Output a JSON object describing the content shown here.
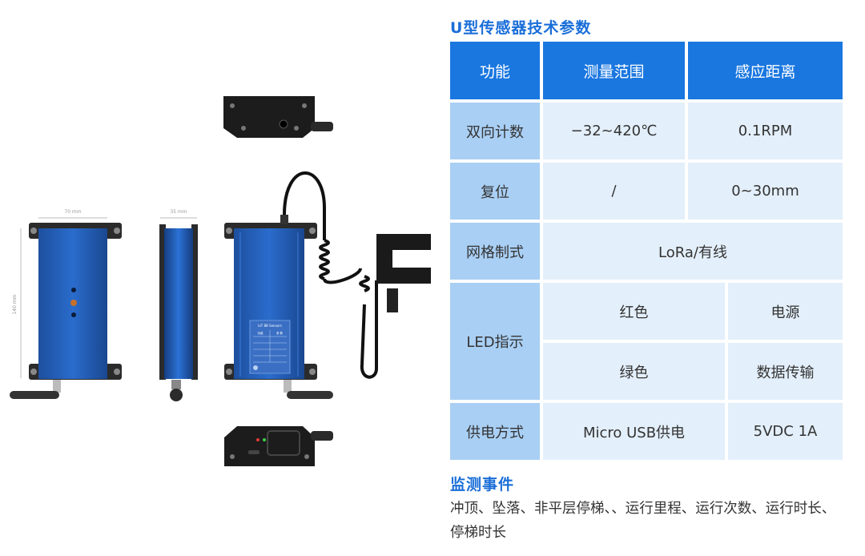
{
  "spec": {
    "title": "U型传感器技术参数",
    "headers": {
      "function": "功能",
      "range": "测量范围",
      "distance": "感应距离"
    },
    "rows": [
      {
        "label": "双向计数",
        "range": "−32~420℃",
        "distance": "0.1RPM"
      },
      {
        "label": "复位",
        "range": "/",
        "distance": "0~30mm"
      },
      {
        "label": "网格制式",
        "value": "LoRa/有线"
      },
      {
        "label": "LED指示",
        "red": "红色",
        "red_value": "电源",
        "green": "绿色",
        "green_value": "数据传输"
      },
      {
        "label": "供电方式",
        "supply": "Micro USB供电",
        "voltage": "5VDC 1A"
      }
    ]
  },
  "events": {
    "title": "监测事件",
    "text": "冲顶、坠落、非平层停梯、、运行里程、运行次数、运行时长、停梯时长"
  },
  "drawing": {
    "dim_width": "70 mm",
    "dim_depth": "35 mm",
    "dim_height": "140 mm",
    "label_title": "IoT 8B Sensors",
    "label_header_a": "功能",
    "label_header_b": "参 数"
  },
  "colors": {
    "accent": "#1a77e0",
    "title": "#1a6ed8",
    "label_cell": "#a9cff4",
    "value_cell": "#e3effa"
  }
}
